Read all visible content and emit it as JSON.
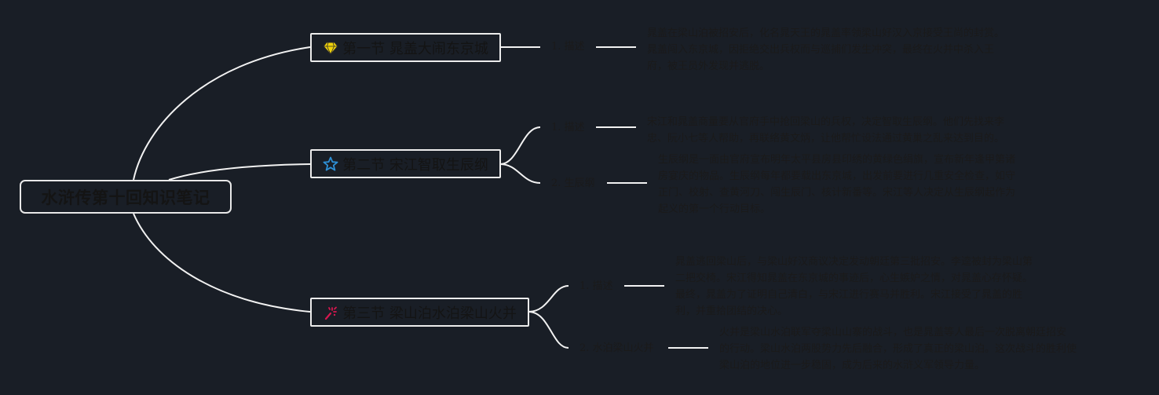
{
  "root": {
    "title": "水浒传第十回知识笔记"
  },
  "sections": [
    {
      "title": "第一节 晁盖大闹东京城",
      "icon": "diamond-icon",
      "icon_color": "#f0d20a",
      "items": [
        {
          "label": "1. 描述",
          "note": [
            "晁盖在梁山泊被招安后，化名晁天王的晁盖率领梁山好汉入京接受王尚的封赏。",
            "晁盖闯入东京城，因拒绝交出兵权而与巡捕们发生冲突，最终在火并中杀入王",
            "府，被王员外发现并逃脱。"
          ]
        }
      ]
    },
    {
      "title": "第二节 宋江智取生辰纲",
      "icon": "star-icon",
      "icon_color": "#2d8fd5",
      "items": [
        {
          "label": "1. 描述",
          "note": [
            "宋江和晁盖商量要从官府手中抢回梁山的兵权，决定智取生辰纲。他们先找来李",
            "忠、阮小七等人帮助，再联络黄文炳，让他帮忙设法通过黄巢之乱来达到目的。"
          ]
        },
        {
          "label": "2. 生辰纲",
          "note": [
            "生辰纲是一面由官府宣布明年太平县房县印绣的黄绿色绢旗，宣布新年逢甲第诸",
            "房宴庆的物品。生辰纲每年都要载出东京城，出发前要进行几重安全检查，如守",
            "正门、校射、查黄河刀、闯生辰门、核计新番等。宋江等人决定从生辰纲起作为",
            "起义的第一个行动目标。"
          ]
        }
      ]
    },
    {
      "title": "第三节 梁山泊水泊梁山火并",
      "icon": "fireworks-icon",
      "icon_color": "#d6174f",
      "items": [
        {
          "label": "1. 描述",
          "note": [
            "晁盖逃回梁山后，与梁山好汉商议决定发动朝廷第三批招安。李逵被封为梁山第",
            "二把交椅。宋江得知晁盖在东京城的事迹后，心生嫉妒之情，对晁盖心存怀疑。",
            "最终，晁盖为了证明自己清白，与宋江进行赛马并胜利。宋江接受了晁盖的胜",
            "利，并重拾团结的决心。"
          ]
        },
        {
          "label": "2. 水泊梁山火并",
          "note": [
            "火并是梁山水泊联军夺梁山山寨的战斗，也是晁盖等人最后一次脱离朝廷招安",
            "的行动。梁山水泊两股势力先后融合，形成了真正的梁山泊。这次战斗的胜利使",
            "梁山泊的地位进一步稳固，成为后来的水浒义军领导力量。"
          ]
        }
      ]
    }
  ]
}
